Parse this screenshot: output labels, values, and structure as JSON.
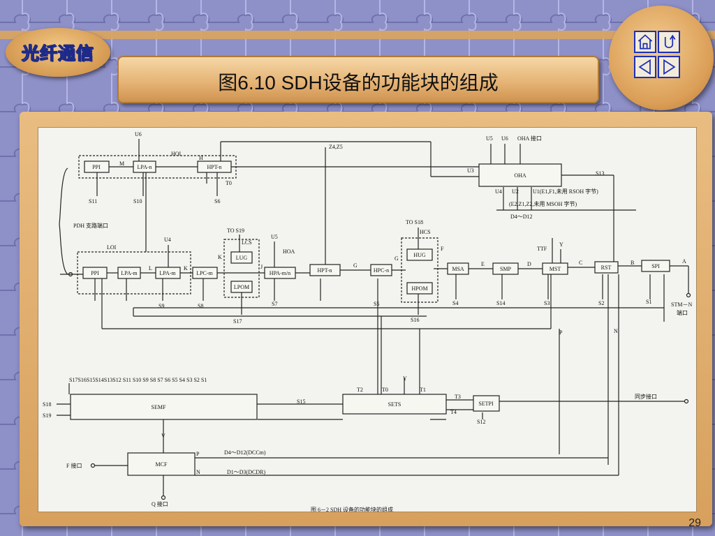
{
  "logo": {
    "text": "光纤通信"
  },
  "title": "图6.10 SDH设备的功能块的组成",
  "page_number": "29",
  "nav": {
    "home": "home-icon",
    "return": "return-icon",
    "prev": "prev-icon",
    "next": "next-icon"
  },
  "diagram": {
    "blocks": {
      "ppi_top": "PPI",
      "lpa_n": "LPA-n",
      "hpt_n_top": "HPT-n",
      "ppi_low": "PPI",
      "lpa_m1": "LPA-m",
      "lpa_m2": "LPA-m",
      "lpc_m": "LPC-m",
      "lug": "LUG",
      "lpom": "LPOM",
      "hpa": "HPA-m/n",
      "hpt_n": "HPT-n",
      "hpc_n": "HPC-n",
      "hug": "HUG",
      "hpom": "HPOM",
      "msa": "MSA",
      "smp": "SMP",
      "mst": "MST",
      "rst": "RST",
      "spi": "SPI",
      "oha": "OHA",
      "semf": "SEMF",
      "sets": "SETS",
      "setpi": "SETPI",
      "mcf": "MCF"
    },
    "labels": {
      "u6": "U6",
      "hoi": "HOI",
      "m": "M",
      "h": "H",
      "t0": "T0",
      "s11": "S11",
      "s10": "S10",
      "s6": "S6",
      "z4z5": "Z4,Z5",
      "pdh": "PDH 支路端口",
      "loi": "LOI",
      "u4": "U4",
      "l": "L",
      "k": "K",
      "to_s19": "TO S19",
      "lcs": "LCS",
      "k2": "K",
      "u5": "U5",
      "hoa": "HOA",
      "j": "J",
      "g": "G",
      "s9": "S9",
      "s8": "S8",
      "s7": "S7",
      "s17": "S17",
      "s5": "S5",
      "to_s18": "TO S18",
      "hcs": "HCS",
      "g2": "G",
      "f": "F",
      "s16": "S16",
      "u5b": "U5",
      "u6b": "U6",
      "oha_port": "OHA 接口",
      "u3": "U3",
      "s13": "S13",
      "u4b": "U4",
      "u2": "U2",
      "u1": "U1(E1,F1,未用 RSOH 字节)",
      "e2": "(E2,Z1,Z2,未用 MSOH 字节)",
      "d4d12": "D4～D12",
      "ttf": "TTF",
      "y": "Y",
      "e": "E",
      "d": "D",
      "c": "C",
      "b": "B",
      "a": "A",
      "s4": "S4",
      "s14": "S14",
      "s3": "S3",
      "s2": "S2",
      "s1": "S1",
      "stm": "STM－N",
      "stm_port": "端口",
      "p": "P",
      "n": "N",
      "s_list": "S17S16S15S14S13S12 S11 S10 S9  S8  S7  S6  S5   S4  S3   S2  S1",
      "s18": "S18",
      "s19": "S19",
      "s15": "S15",
      "t2": "T2",
      "t0b": "T0",
      "y2": "Y",
      "t1": "T1",
      "t3": "T3",
      "t4": "T4",
      "sync": "同步接口",
      "s12": "S12",
      "v": "V",
      "f_port": "F 接口",
      "p2": "P",
      "n2": "N",
      "dcc_m": "D4～D12(DCCm)",
      "dcc_r": "D1～D3(DCDR)",
      "q_port": "Q 接口",
      "caption": "图 6－2  SDH 设备的功能块的组成"
    }
  }
}
